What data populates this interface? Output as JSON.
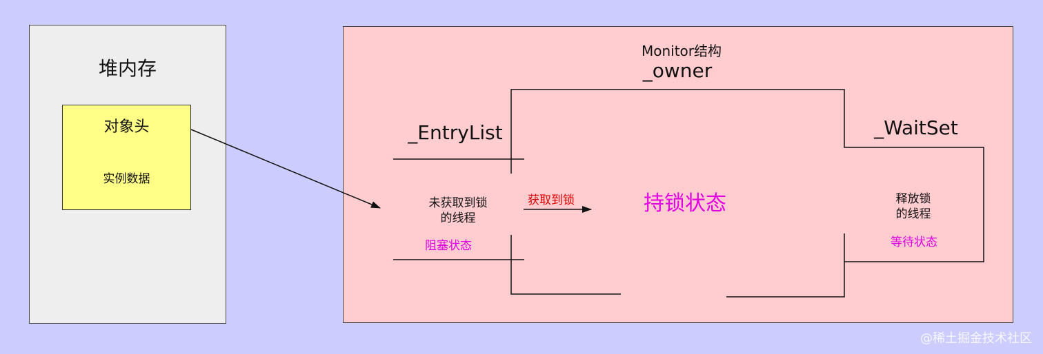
{
  "heap": {
    "title": "堆内存",
    "object_header": "对象头",
    "instance_data": "实例数据"
  },
  "monitor": {
    "title": "Monitor结构",
    "owner": "_owner",
    "entry_list": "_EntryList",
    "wait_set": "_WaitSet",
    "entry_threads_line1": "未获取到锁",
    "entry_threads_line2": "的线程",
    "blocked_state": "阻塞状态",
    "acquire_lock": "获取到锁",
    "holding_state": "持锁状态",
    "release_line1": "释放锁",
    "release_line2": "的线程",
    "waiting_state": "等待状态"
  },
  "watermark": "@稀土掘金技术社区",
  "colors": {
    "background": "#ccccff",
    "heap_panel": "#eeeeee",
    "monitor_panel": "#ffccd0",
    "object_cells": "#ffff88",
    "acquire_text": "#e00000",
    "state_text": "#e000e0"
  }
}
